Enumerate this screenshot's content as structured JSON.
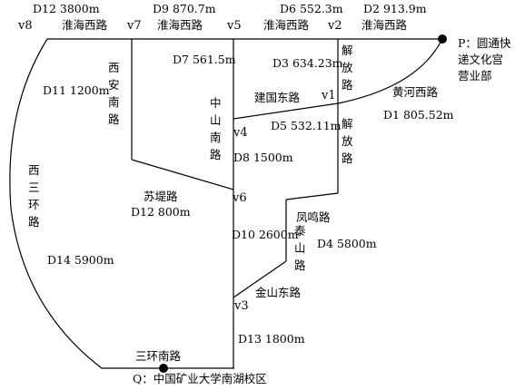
{
  "top_labels": {
    "d12": "D12  3800m",
    "d9": "D9  870.7m",
    "d6": "D6  552.3m",
    "d2": "D2  913.9m"
  },
  "nodes": {
    "v8": "v8",
    "v7": "v7",
    "v5": "v5",
    "v2": "v2",
    "v1": "v1",
    "v4": "v4",
    "v6": "v6",
    "v3": "v3"
  },
  "roads": {
    "huaihai_1": "淮海西路",
    "huaihai_2": "淮海西路",
    "huaihai_3": "淮海西路",
    "huaihai_4": "淮海西路",
    "xian_nan": [
      "西",
      "安",
      "南",
      "路"
    ],
    "zhongshan_nan": [
      "中",
      "山",
      "南",
      "路"
    ],
    "jiefang_1": [
      "解",
      "放",
      "路"
    ],
    "jiefang_2": [
      "解",
      "放",
      "路"
    ],
    "xisanhuan": [
      "西",
      "三",
      "环",
      "路"
    ],
    "taishan": [
      "泰",
      "山",
      "路"
    ],
    "jianguo_dong": "建国东路",
    "huanghe_xi": "黄河西路",
    "suti": "苏堤路",
    "fengming": "凤鸣路",
    "jinshan_dong": "金山东路",
    "sanhuan_nan": "三环南路"
  },
  "distances": {
    "d7": "D7  561.5m",
    "d3": "D3  634.23m",
    "d11": "D11  1200m",
    "d1": "D1  805.52m",
    "d5": "D5  532.11m",
    "d8": "D8  1500m",
    "d12b": "D12  800m",
    "d10": "D10  2600m",
    "d4": "D4  5800m",
    "d14": "D14  5900m",
    "d13": "D13  1800m"
  },
  "places": {
    "p_line1": "P：圆通快",
    "p_line2": "递文化宫",
    "p_line3": "营业部",
    "q": "Q：中国矿业大学南湖校区"
  }
}
